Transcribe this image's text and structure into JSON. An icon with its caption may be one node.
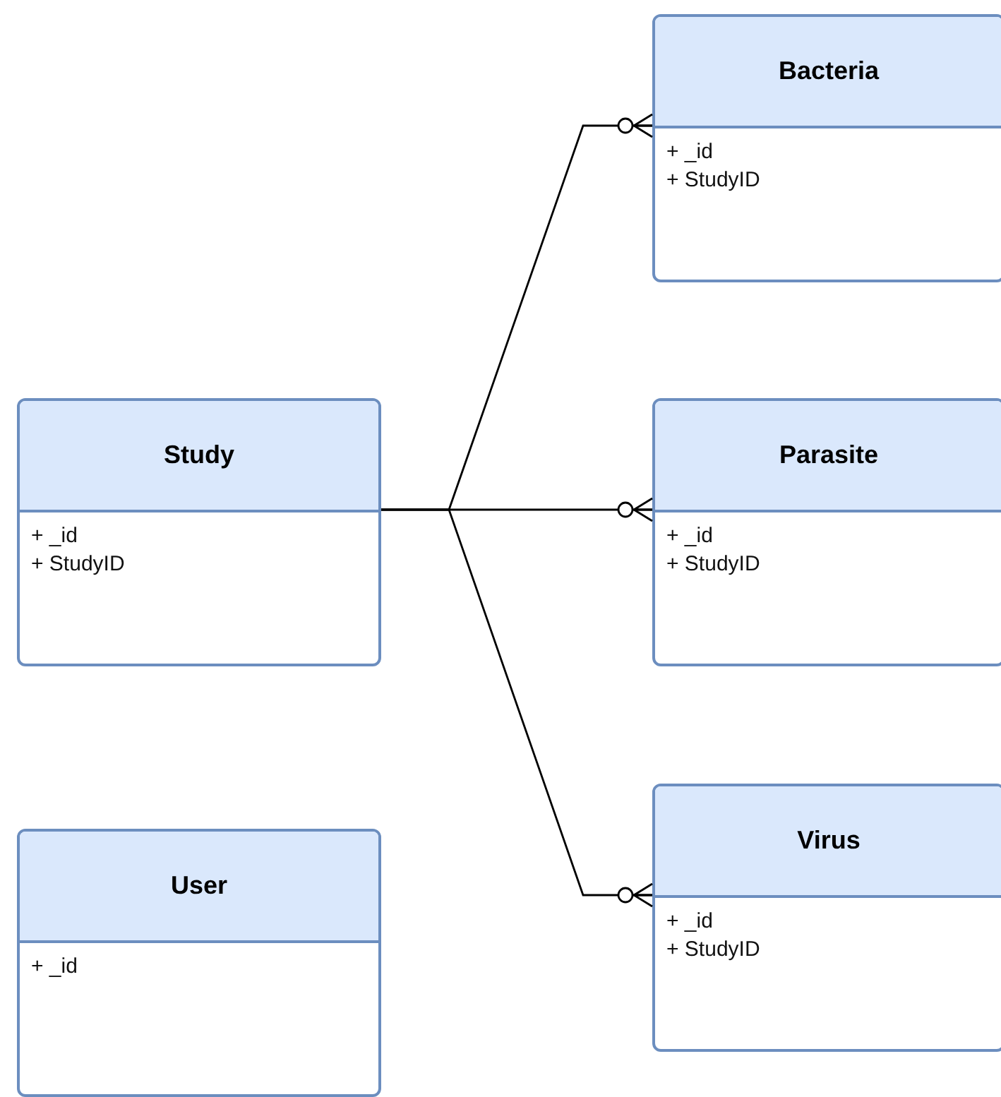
{
  "diagram": {
    "nodes": [
      {
        "text": [
          "Bacteria",
          "+ _id",
          "+ StudyID"
        ]
      },
      {
        "text": [
          "Study",
          "+ _id",
          "+ StudyID"
        ]
      },
      {
        "text": [
          "Parasite",
          "+ _id",
          "+ StudyID"
        ]
      },
      {
        "text": [
          "Virus",
          "+ _id",
          "+ StudyID"
        ]
      },
      {
        "text": [
          "User",
          "+ _id"
        ]
      }
    ],
    "edges": [
      {
        "from": 1,
        "to": 0,
        "arrow": "other"
      },
      {
        "from": 1,
        "to": 2,
        "arrow": "other"
      },
      {
        "from": 1,
        "to": 3,
        "arrow": "other"
      }
    ]
  }
}
